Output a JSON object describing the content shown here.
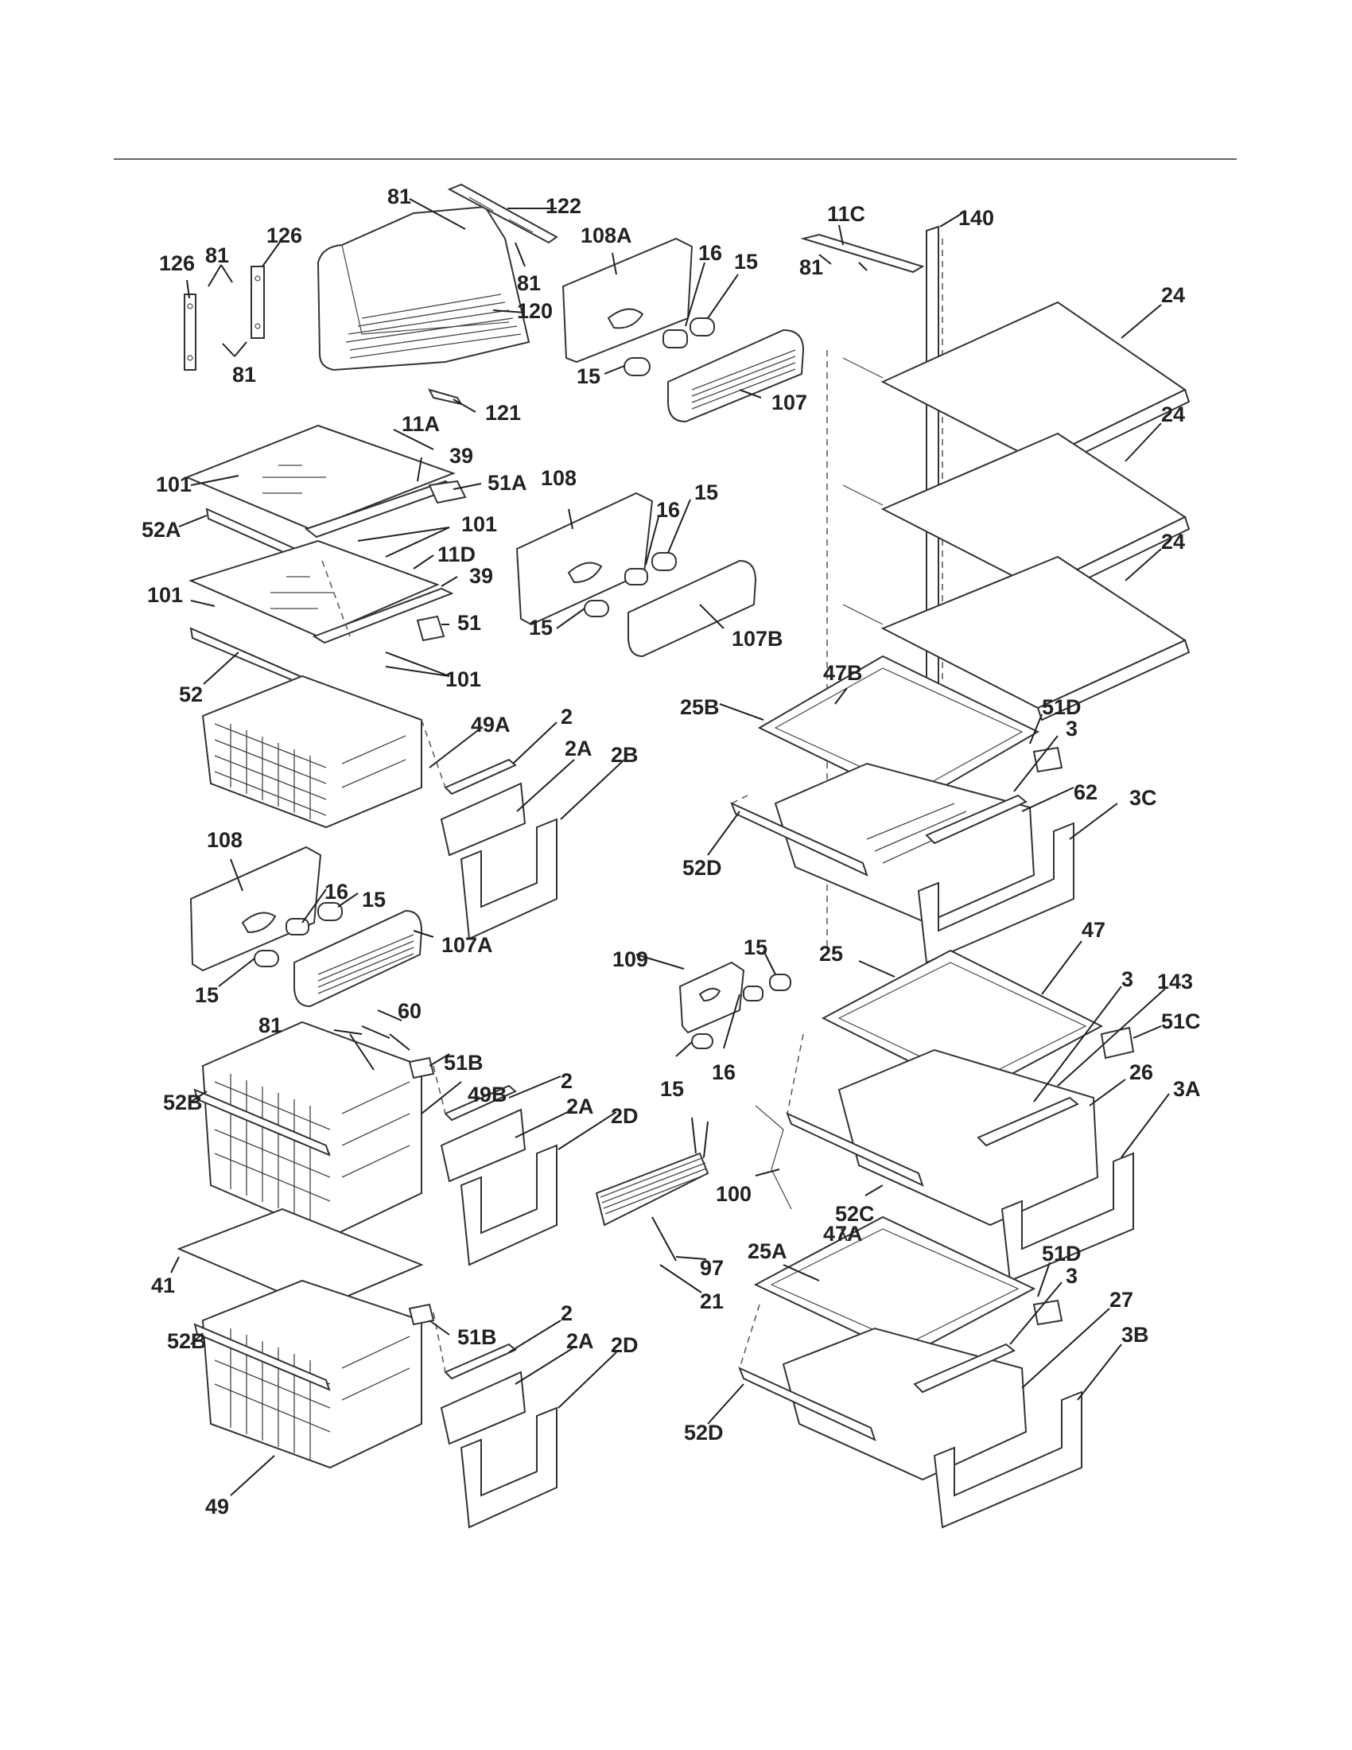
{
  "diagram": {
    "part_labels": [
      "81",
      "122",
      "126",
      "81",
      "126",
      "120",
      "81",
      "81",
      "121",
      "108A",
      "16",
      "15",
      "15",
      "107",
      "11C",
      "140",
      "81",
      "24",
      "11A",
      "39",
      "51A",
      "101",
      "52A",
      "101",
      "11D",
      "108",
      "16",
      "15",
      "39",
      "101",
      "51",
      "15",
      "107B",
      "101",
      "52",
      "24",
      "24",
      "47B",
      "25B",
      "51D",
      "3",
      "62",
      "3C",
      "52D",
      "49A",
      "2",
      "2A",
      "2B",
      "108",
      "16",
      "15",
      "107A",
      "15",
      "109",
      "15",
      "16",
      "15",
      "25",
      "47",
      "3",
      "143",
      "51C",
      "26",
      "3A",
      "81",
      "60",
      "51B",
      "52B",
      "49B",
      "2",
      "2A",
      "2D",
      "100",
      "52C",
      "97",
      "21",
      "25A",
      "47A",
      "51D",
      "3",
      "27",
      "3B",
      "41",
      "52B",
      "51B",
      "2",
      "2A",
      "2D",
      "52D",
      "49"
    ]
  }
}
